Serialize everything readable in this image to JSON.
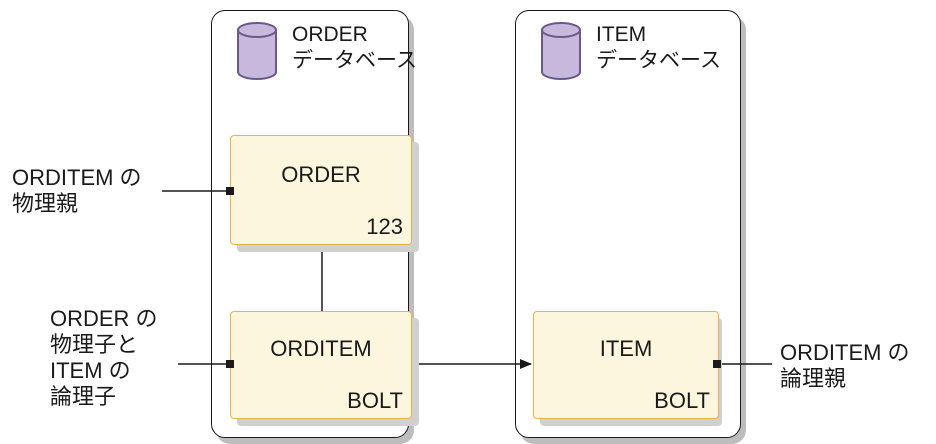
{
  "colors": {
    "segment_fill": "#fdf6df",
    "segment_border": "#e3b64c",
    "database_icon_fill": "#c8b8de",
    "database_icon_stroke": "#6a5a8a",
    "panel_border": "#1a1a1a",
    "connector": "#1a1a1a"
  },
  "icons": [
    "database-icon",
    "database-icon"
  ],
  "order_database": {
    "name": "ORDER",
    "suffix": "データベース"
  },
  "item_database": {
    "name": "ITEM",
    "suffix": "データベース"
  },
  "segments": {
    "order": {
      "name": "ORDER",
      "value": "123"
    },
    "orditem": {
      "name": "ORDITEM",
      "value": "BOLT"
    },
    "item": {
      "name": "ITEM",
      "value": "BOLT"
    }
  },
  "labels": {
    "orditem_physical_parent": [
      "ORDITEM の",
      "物理親"
    ],
    "order_physical_child_item_logical_child": [
      "ORDER の",
      "物理子と",
      "ITEM の",
      "論理子"
    ],
    "orditem_logical_parent": [
      "ORDITEM の",
      "論理親"
    ]
  }
}
